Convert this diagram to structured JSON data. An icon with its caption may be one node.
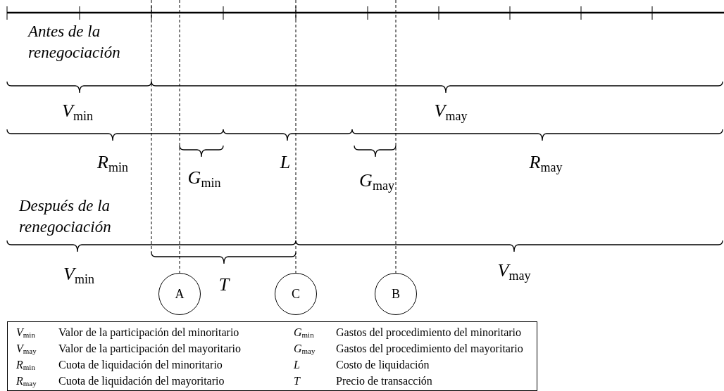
{
  "diagram": {
    "nodes": [
      {
        "text": [
          "A"
        ]
      },
      {
        "text": [
          "C"
        ]
      },
      {
        "text": [
          "B"
        ]
      }
    ],
    "edges": [
      {
        "from": null,
        "to": 0,
        "arrow": "none",
        "style": "dashed"
      },
      {
        "from": null,
        "to": 1,
        "arrow": "none",
        "style": "dashed"
      },
      {
        "from": null,
        "to": 2,
        "arrow": "none",
        "style": "dashed"
      }
    ],
    "labels": [
      "Antes de la renegociación",
      "*V*$_{min}$",
      "*V*$_{may}$",
      "*R*$_{min}$",
      "*L*",
      "*G*$_{min}$",
      "*R*$_{may}$",
      "*G*$_{may}$",
      "Después de la renegociación",
      "*V*$_{min}$",
      "*T*",
      "*V*$_{may}$",
      "*V*$_{min}$",
      "Valor de la participación del minoritario",
      "*G*$_{min}$",
      "Gastos del procedimiento del minoritario",
      "*V*$_{may}$",
      "Valor de la participación del mayoritario",
      "*G*$_{may}$",
      "Gastos del procedimiento del mayoritario",
      "*R*$_{min}$",
      "Cuota de liquidación del minoritario",
      "*L*",
      "Costo de liquidación",
      "*R*$_{may}$",
      "Cuota de liquidación del mayoritario",
      "*T*",
      "Precio de transacción"
    ]
  }
}
